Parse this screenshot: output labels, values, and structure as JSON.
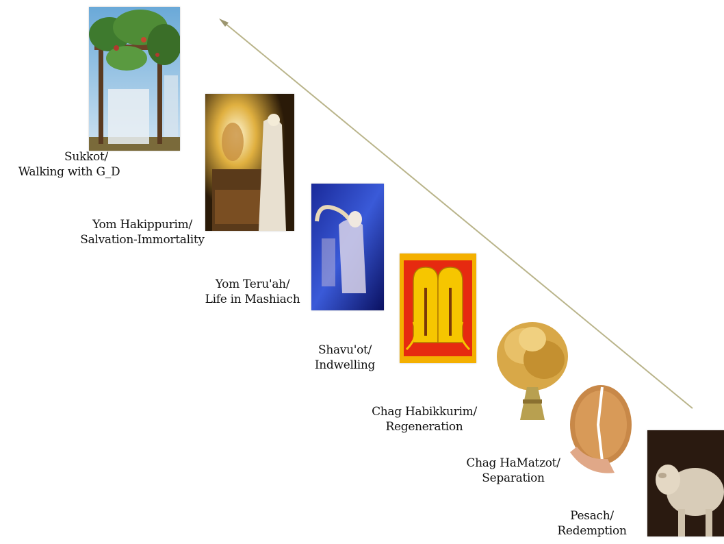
{
  "stages": [
    {
      "title": "Sukkot/",
      "subtitle": "Walking with G_D",
      "image": "sukkah-booth-image"
    },
    {
      "title": "Yom Hakippurim/",
      "subtitle": "Salvation-Immortality",
      "image": "high-priest-altar-image"
    },
    {
      "title": "Yom Teru'ah/",
      "subtitle": "Life in Mashiach",
      "image": "shofar-blowing-image"
    },
    {
      "title": "Shavu'ot/",
      "subtitle": "Indwelling",
      "image": "tablets-of-law-image"
    },
    {
      "title": "Chag Habikkurim/",
      "subtitle": "Regeneration",
      "image": "wheat-sheaf-image"
    },
    {
      "title": "Chag HaMatzot/",
      "subtitle": "Separation",
      "image": "unleavened-bread-image"
    },
    {
      "title": "Pesach/",
      "subtitle": "Redemption",
      "image": "lamb-image"
    }
  ],
  "arrow": {
    "direction": "up-left",
    "color": "#b9b48a"
  }
}
